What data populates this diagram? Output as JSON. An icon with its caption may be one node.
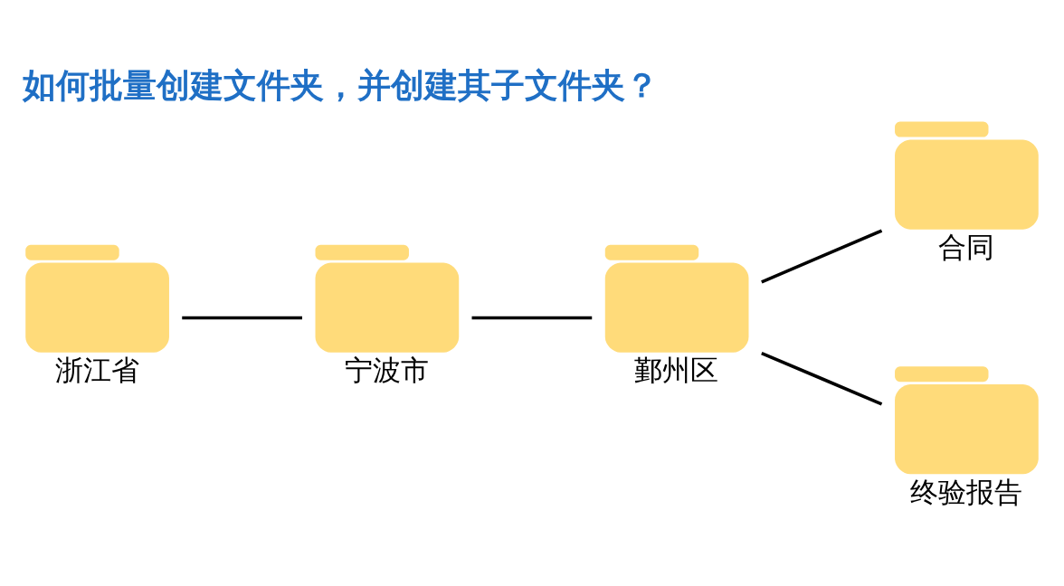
{
  "diagram": {
    "title": "如何批量创建文件夹，并创建其子文件夹？",
    "nodes": [
      {
        "text": [
          "浙江省"
        ]
      },
      {
        "text": [
          "宁波市"
        ]
      },
      {
        "text": [
          "鄞州区"
        ]
      },
      {
        "text": [
          "合同"
        ]
      },
      {
        "text": [
          "终验报告"
        ]
      }
    ],
    "edges": [
      {
        "from": 0,
        "to": 1,
        "arrow": "none"
      },
      {
        "from": 1,
        "to": 2,
        "arrow": "none"
      },
      {
        "from": 2,
        "to": 3,
        "arrow": "none"
      },
      {
        "from": 2,
        "to": 4,
        "arrow": "none"
      }
    ]
  }
}
